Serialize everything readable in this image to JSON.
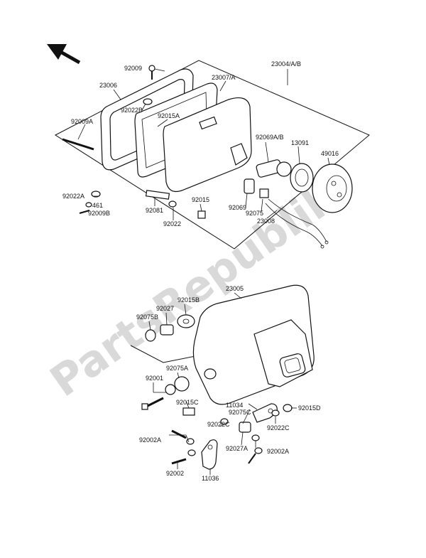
{
  "watermark": "PartsRepublik",
  "labels": {
    "l23004": "23004/A/B",
    "l92009": "92009",
    "l23006": "23006",
    "l23007": "23007/A",
    "l92022B": "92022B",
    "l92015A": "92015A",
    "l92009A": "92009A",
    "l92069": "92069A/B",
    "l13091": "13091",
    "l49016": "49016",
    "l92022A": "92022A",
    "l461": "461",
    "l92009B": "92009B",
    "l92081": "92081",
    "l92015": "92015",
    "l92069b": "92069",
    "l92075": "92075",
    "l23008": "23008",
    "l92022": "92022",
    "l23005": "23005",
    "l92015B": "92015B",
    "l92027": "92027",
    "l92075B": "92075B",
    "l92075A": "92075A",
    "l92001": "92001",
    "l92015C": "92015C",
    "l11034": "11034",
    "l92075C": "92075C",
    "l92015D": "92015D",
    "l92022C": "92022C",
    "l92022Cb": "92022C",
    "l92002A": "92002A",
    "l92027A": "92027A",
    "l92002Ab": "92002A",
    "l92002": "92002",
    "l11036": "11036"
  }
}
